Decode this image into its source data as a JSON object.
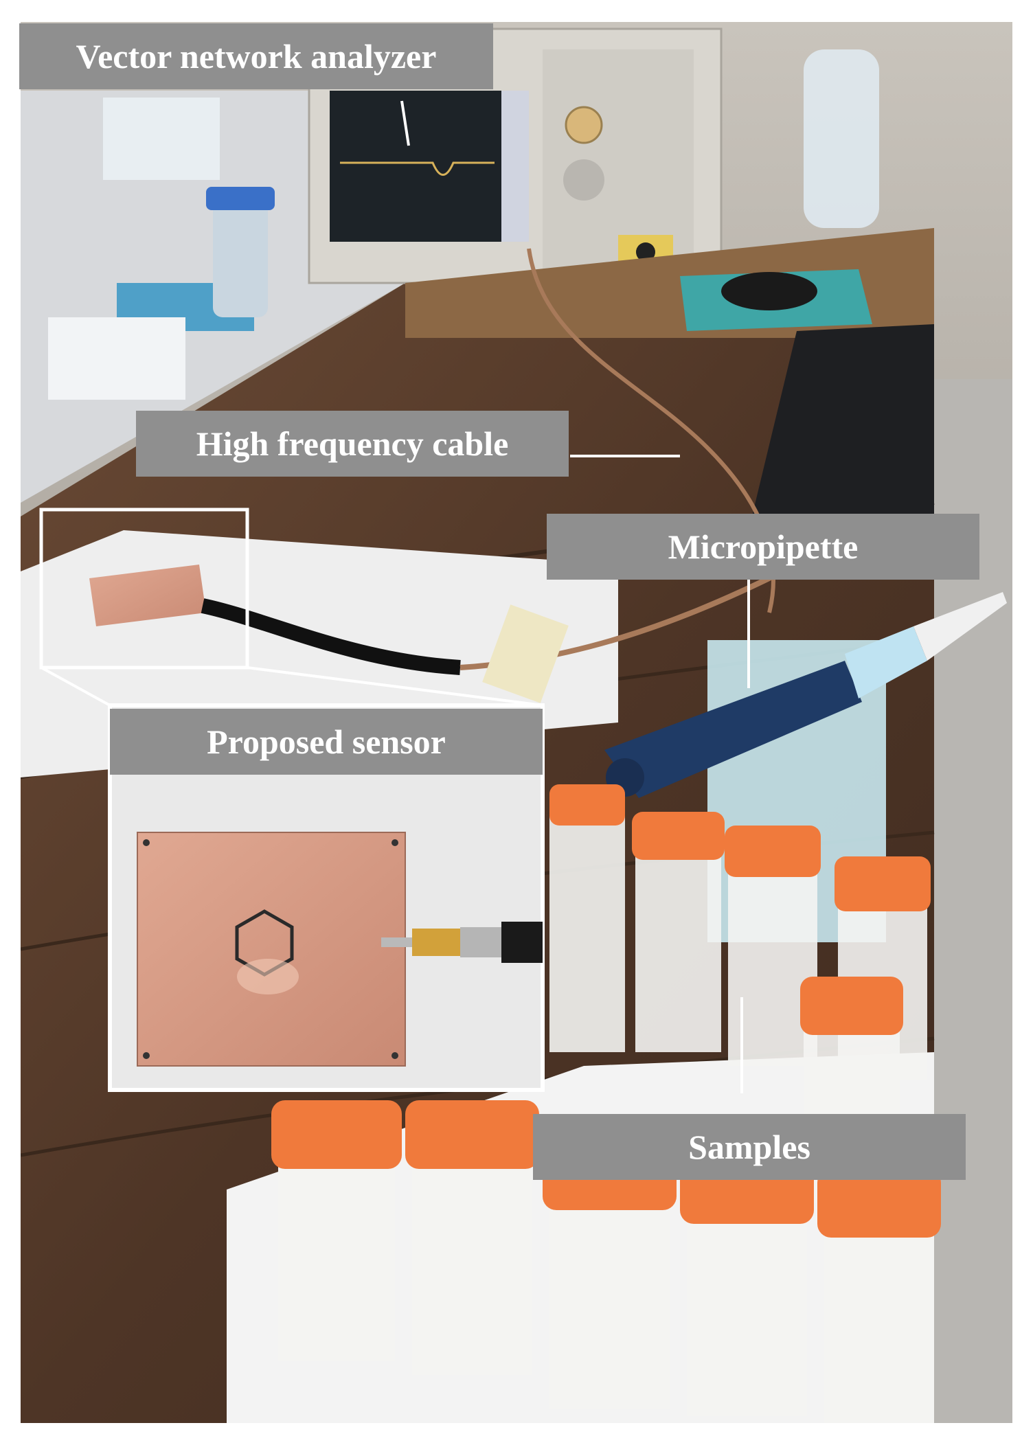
{
  "labels": {
    "vna": "Vector network analyzer",
    "cable": "High frequency cable",
    "micropipette": "Micropipette",
    "sensor": "Proposed sensor",
    "samples": "Samples"
  },
  "colors": {
    "label_bg": "#8f8f8f",
    "label_text": "#ffffff",
    "tube_cap": "#f07a3c",
    "copper": "#d79a82",
    "table_wood": "#5a4030",
    "pipette": "#1f3b66"
  },
  "icons": [
    "vna-instrument",
    "sma-cable",
    "micropipette",
    "hexagon-sensor",
    "sample-tubes"
  ]
}
